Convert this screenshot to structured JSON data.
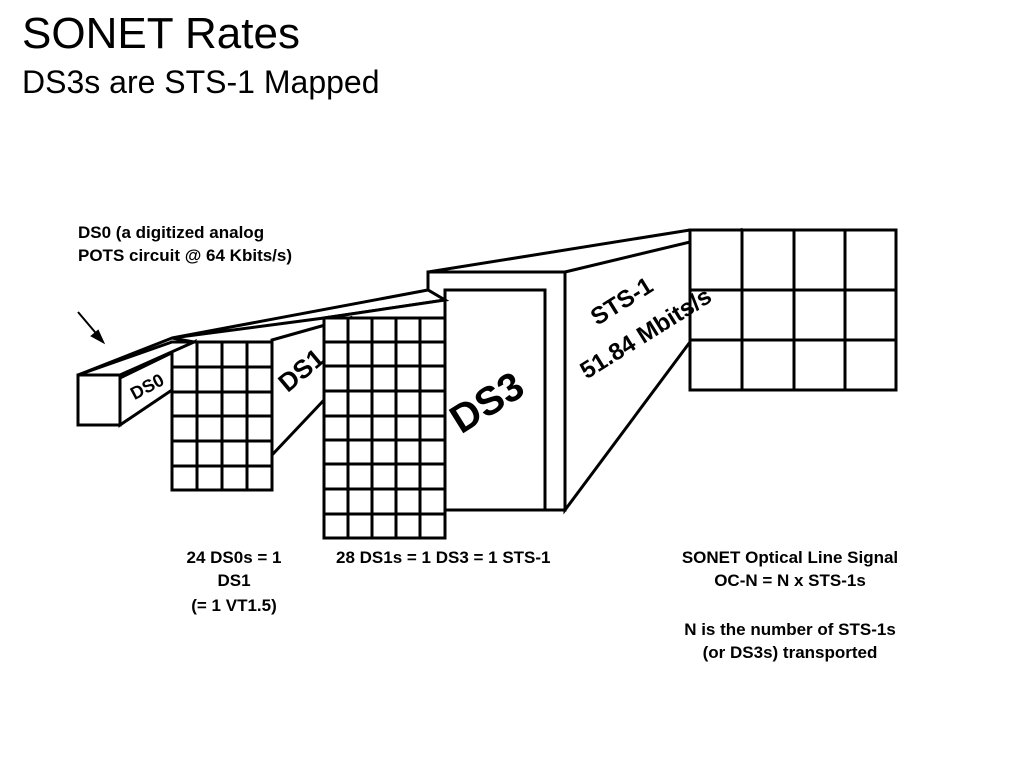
{
  "slide": {
    "title": "SONET Rates",
    "subtitle": "DS3s are STS-1 Mapped"
  },
  "diagram": {
    "ds0_callout": {
      "line1": "DS0  (a digitized analog",
      "line2": "POTS circuit @ 64 Kbits/s)"
    },
    "box_labels": {
      "ds0": "DS0",
      "ds1": "DS1",
      "ds3": "DS3",
      "sts1_line1": "STS-1",
      "sts1_line2": "51.84 Mbits/s"
    },
    "captions": {
      "ds1": {
        "line1": "24 DS0s = 1",
        "line2": "DS1",
        "line3": "(= 1 VT1.5)"
      },
      "ds3": {
        "line1": "28 DS1s  = 1 DS3 = 1 STS-1"
      },
      "sonet": {
        "line1": "SONET Optical Line Signal",
        "line2": "OC-N = N x STS-1s",
        "line3": "N is the number of STS-1s",
        "line4": "(or DS3s) transported"
      }
    }
  }
}
